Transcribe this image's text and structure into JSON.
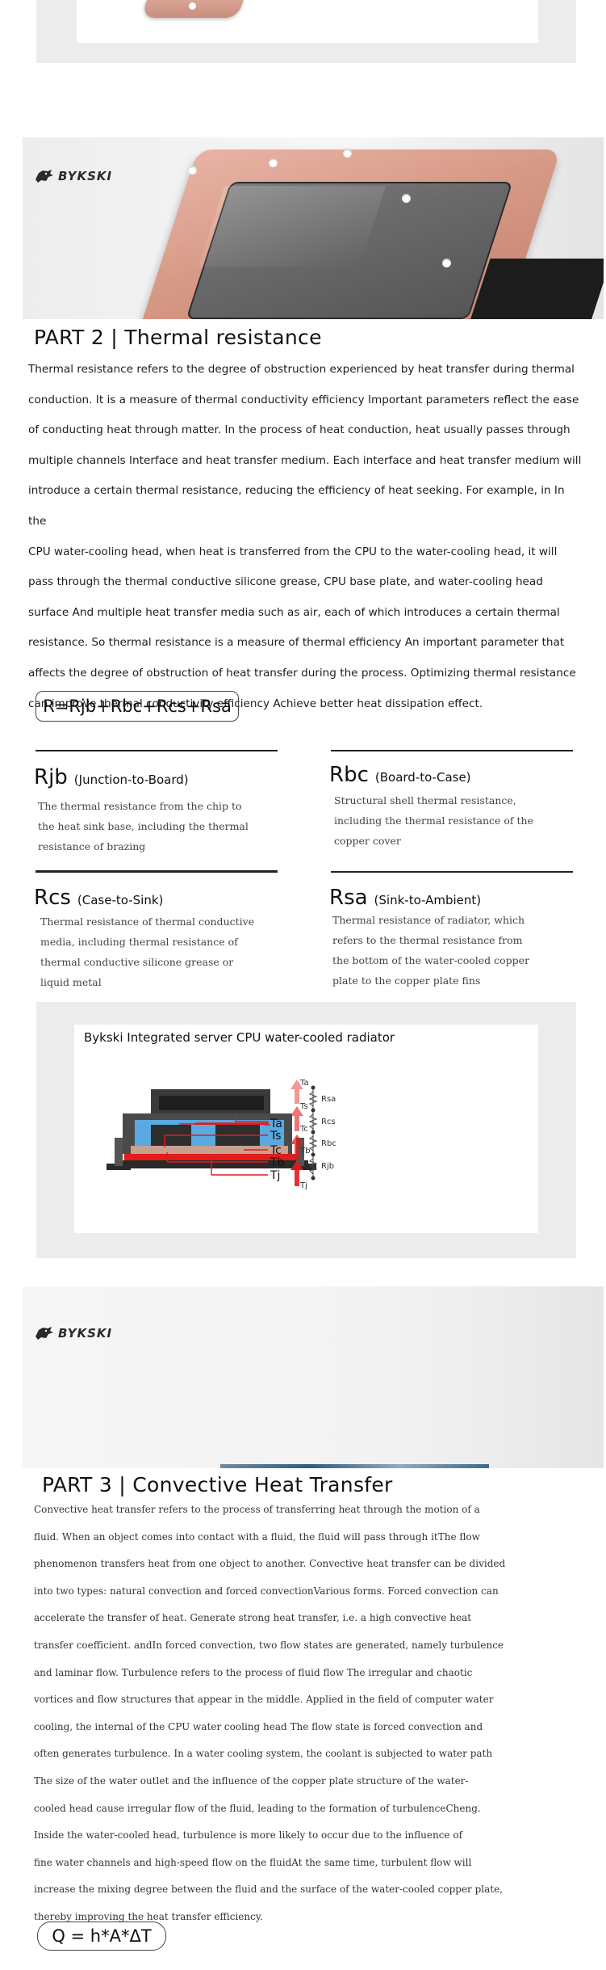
{
  "brand": {
    "logo_text": "BYKSKI"
  },
  "part2": {
    "title": "PART 2 | Thermal resistance",
    "paragraph_lines": [
      "Thermal resistance refers to the degree of obstruction experienced by heat transfer during thermal",
      "conduction. It is a measure of thermal conductivity efficiency Important parameters reflect the ease",
      "of conducting heat through matter. In the process of heat conduction, heat usually passes through",
      "multiple channels Interface and heat transfer medium. Each interface and heat transfer medium will",
      "introduce a certain thermal resistance, reducing the efficiency of heat seeking. For example, in In the",
      "CPU water-cooling head, when heat is transferred from the CPU to the  water-cooling head, it will",
      "pass through the thermal conductive silicone grease, CPU base plate, and water-cooling head",
      "surface And multiple heat transfer media such as air, each of which introduces a certain thermal",
      "resistance. So thermal resistance is a measure of thermal efficiency An important parameter that",
      "affects the degree of obstruction of heat transfer during the process. Optimizing thermal resistance",
      "can  improve thermal conductivity efficiency Achieve better heat dissipation effect."
    ],
    "formula": "R=Rjb+Rbc+Rcs+Rsa",
    "items": [
      {
        "symbol": "Rjb",
        "name": "(Junction-to-Board)",
        "desc": [
          "The thermal resistance from the chip to",
          "the heat sink base, including the thermal",
          "resistance of brazing"
        ]
      },
      {
        "symbol": "Rbc",
        "name": "(Board-to-Case)",
        "desc": [
          "Structural shell thermal resistance,",
          "including the thermal resistance of the",
          "copper cover"
        ]
      },
      {
        "symbol": "Rcs",
        "name": "(Case-to-Sink)",
        "desc": [
          "Thermal resistance of thermal conductive",
          "media, including thermal resistance of",
          "thermal conductive silicone grease or",
          "liquid metal"
        ]
      },
      {
        "symbol": "Rsa",
        "name": "(Sink-to-Ambient)",
        "desc": [
          "Thermal resistance of radiator, which",
          "refers to the thermal resistance from",
          "the bottom of the water-cooled copper",
          "plate to the copper plate fins"
        ]
      }
    ]
  },
  "diagram": {
    "title": "Bykski Integrated server CPU water-cooled radiator",
    "temp_labels": [
      "Ta",
      "Ts",
      "Tc",
      "Tb",
      "Tj"
    ],
    "chain_temps": [
      "Ta",
      "Ts",
      "Tc",
      "Tb",
      "Tj"
    ],
    "chain_resistances": [
      "Rsa",
      "Rcs",
      "Rbc",
      "Rjb"
    ],
    "colors": {
      "red": "#e21b1b",
      "blue": "#4aa3e0",
      "dark": "#2e2e2e"
    }
  },
  "part3": {
    "title": "PART 3 | Convective Heat Transfer",
    "paragraph_lines": [
      "Convective heat transfer refers to the process of transferring heat through the motion of a",
      "fluid. When an object comes into contact with a fluid, the fluid will pass through itThe flow",
      "phenomenon transfers heat from one object to another. Convective heat transfer can be divided",
      "into two types: natural convection and forced convectionVarious forms. Forced convection can",
      "accelerate the transfer of heat. Generate strong heat transfer, i.e. a high convective heat",
      "transfer coefficient. andIn forced convection, two flow states are generated, namely turbulence",
      "and laminar flow. Turbulence refers to the process of fluid flow The irregular and chaotic",
      "vortices and flow structures that appear in the middle. Applied in the field of computer water",
      "cooling, the internal of the CPU water cooling head The flow state is forced convection and",
      "often generates turbulence. In a water cooling system, the coolant is subjected to water path",
      "The size of the water outlet and the influence of the copper plate structure of the water-",
      "cooled head cause irregular flow of the fluid, leading to the formation of turbulenceCheng.",
      "Inside the water-cooled head, turbulence is more likely to occur due to the influence of",
      "fine water channels and high-speed flow on the fluidAt the same time, turbulent flow will",
      "increase the mixing degree between the fluid and the surface of the water-cooled copper plate,",
      "thereby improving the heat transfer efficiency."
    ],
    "formula": "Q = h*A*ΔT"
  }
}
